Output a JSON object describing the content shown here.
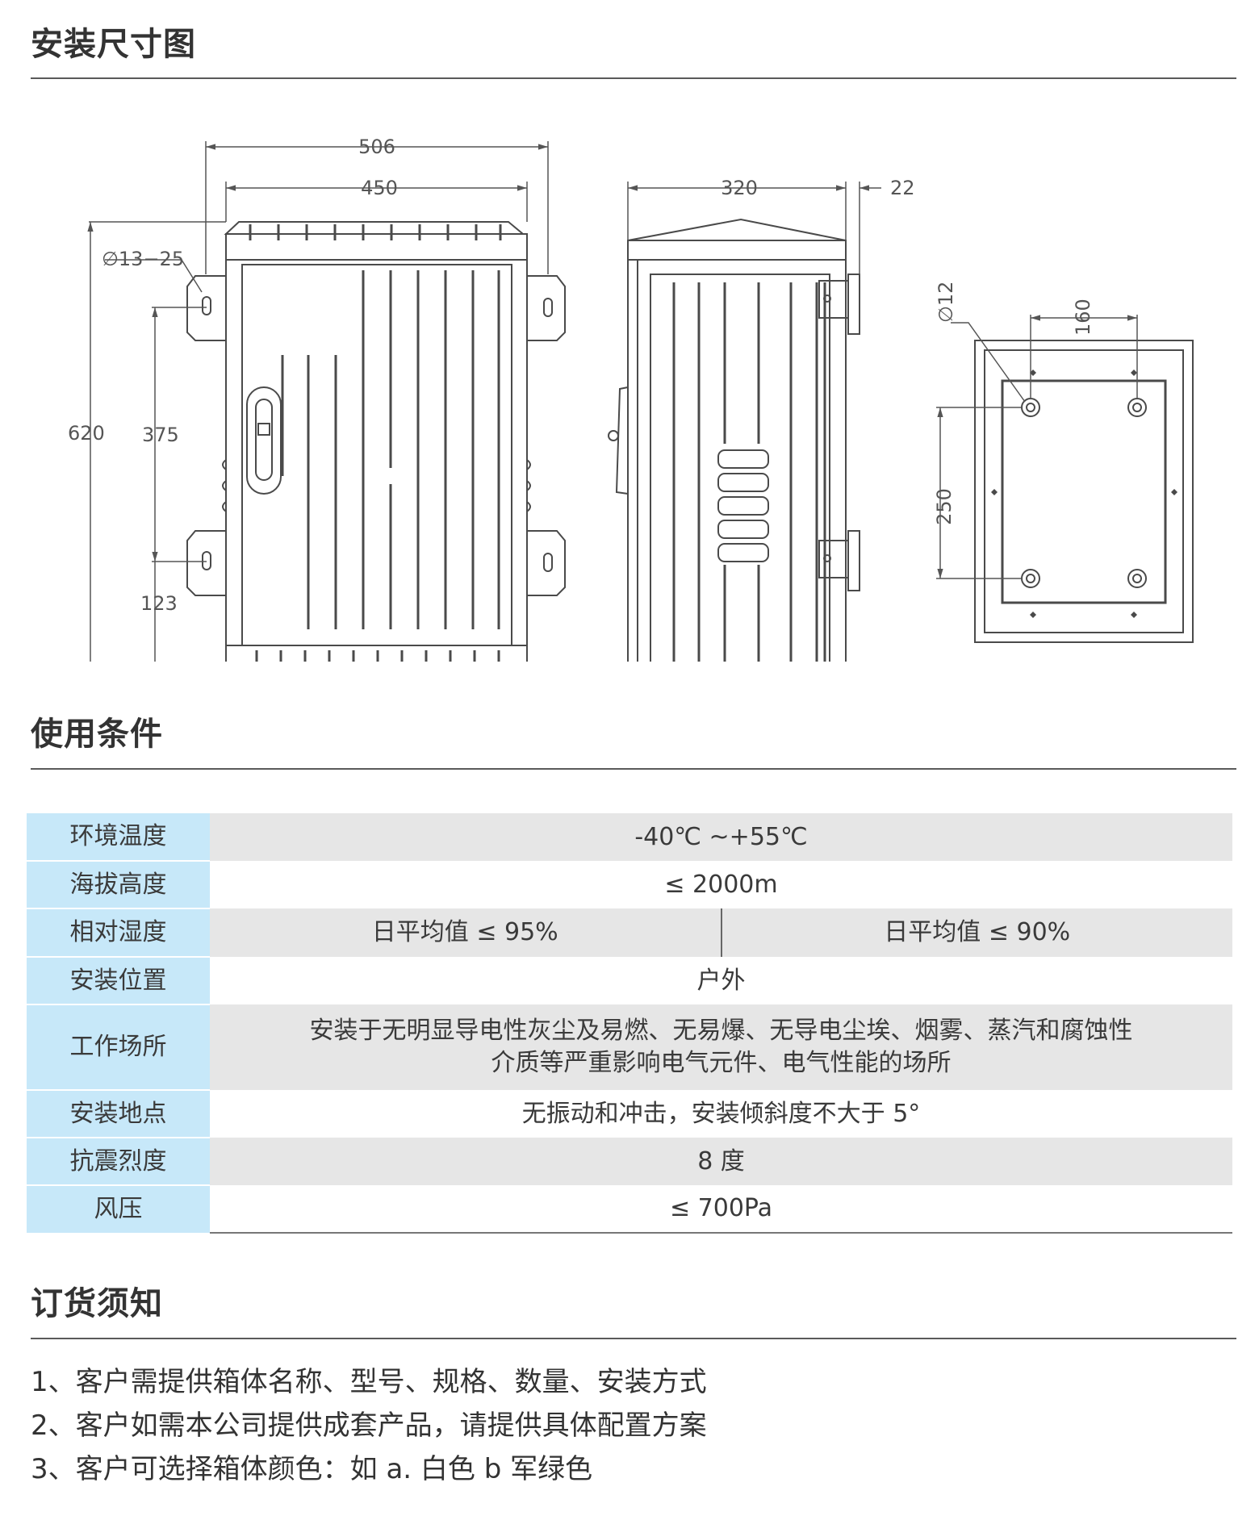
{
  "sections": {
    "drawing_title": "安装尺寸图",
    "conditions_title": "使用条件",
    "order_title": "订货须知"
  },
  "drawing": {
    "dims": {
      "w506": "506",
      "w450": "450",
      "h620": "620",
      "h375": "375",
      "h123": "123",
      "hole": "∅13−25",
      "d320": "320",
      "d22": "22",
      "m12": "∅12",
      "m160": "160",
      "m250": "250"
    }
  },
  "conditions": [
    {
      "label": "环境温度",
      "value": "-40℃ ~+55℃"
    },
    {
      "label": "海拔高度",
      "value": "≤ 2000m"
    },
    {
      "label": "相对湿度",
      "values": [
        "日平均值 ≤ 95%",
        "日平均值 ≤ 90%"
      ]
    },
    {
      "label": "安装位置",
      "value": "户外"
    },
    {
      "label": "工作场所",
      "value_lines": [
        "安装于无明显导电性灰尘及易燃、无易爆、无导电尘埃、烟雾、蒸汽和腐蚀性",
        "介质等严重影响电气元件、电气性能的场所"
      ]
    },
    {
      "label": "安装地点",
      "value": "无振动和冲击，安装倾斜度不大于 5°"
    },
    {
      "label": "抗震烈度",
      "value": "8 度"
    },
    {
      "label": "风压",
      "value": "≤ 700Pa"
    }
  ],
  "order_notes": [
    "1、客户需提供箱体名称、型号、规格、数量、安装方式",
    "2、客户如需本公司提供成套产品，请提供具体配置方案",
    "3、客户可选择箱体颜色：如 a. 白色 b 军绿色"
  ]
}
